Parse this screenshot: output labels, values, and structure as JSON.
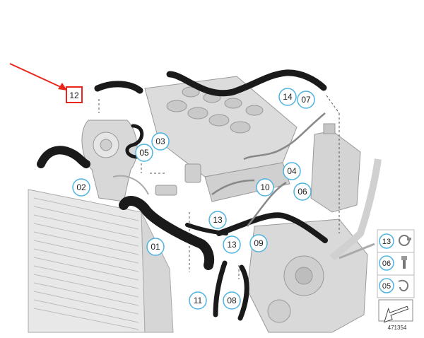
{
  "highlight": {
    "label": "12",
    "arrow_color": "#e8261c",
    "box_color": "#e8261c"
  },
  "callouts": [
    "01",
    "02",
    "03",
    "05",
    "06",
    "07",
    "08",
    "09",
    "10",
    "11",
    "13",
    "13",
    "14",
    "04"
  ],
  "legend": {
    "items": [
      {
        "label": "13",
        "icon": "hose-clamp-icon"
      },
      {
        "label": "06",
        "icon": "bleed-screw-icon"
      },
      {
        "label": "05",
        "icon": "spring-clip-icon"
      }
    ]
  },
  "direction_icon": "direction-arrow-icon",
  "part_number": "471354",
  "colors": {
    "callout_ring": "#4fb3e0",
    "hose": "#1a1a1a",
    "engine_gray": "#cfcfcf"
  }
}
